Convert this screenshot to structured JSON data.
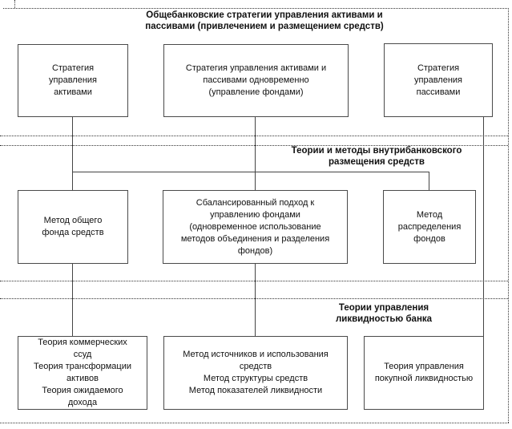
{
  "diagram": {
    "colors": {
      "background": "#ffffff",
      "solid_line": "#444444",
      "dotted_line": "#333333",
      "text": "#111111"
    },
    "sections": [
      {
        "id": "bank-strategies",
        "title": "Общебанковские стратегии управления активами и\nпассивами (привлечением и размещением средств)",
        "boxes": [
          {
            "label": "Стратегия\nуправления\nактивами"
          },
          {
            "label": "Стратегия управления активами и\nпассивами одновременно\n(управление фондами)"
          },
          {
            "label": "Стратегия\nуправления\nпассивами"
          }
        ]
      },
      {
        "id": "internal-allocation",
        "title": "Теории и методы внутрибанковского\nразмещения средств",
        "boxes": [
          {
            "label": "Метод общего\nфонда средств"
          },
          {
            "label": "Сбалансированный подход к\nуправлению фондами\n(одновременное использование\nметодов объединения и разделения\nфондов)"
          },
          {
            "label": "Метод\nраспределения\nфондов"
          }
        ]
      },
      {
        "id": "liquidity-management",
        "title": "Теории управления\nликвидностью банка",
        "boxes": [
          {
            "label": "Теория коммерческих\nссуд\nТеория трансформации\nактивов\nТеория ожидаемого\nдохода"
          },
          {
            "label": "Метод источников и использования\nсредств\nМетод структуры средств\nМетод показателей ликвидности"
          },
          {
            "label": "Теория управления\nпокупной ликвидностью"
          }
        ]
      }
    ]
  }
}
